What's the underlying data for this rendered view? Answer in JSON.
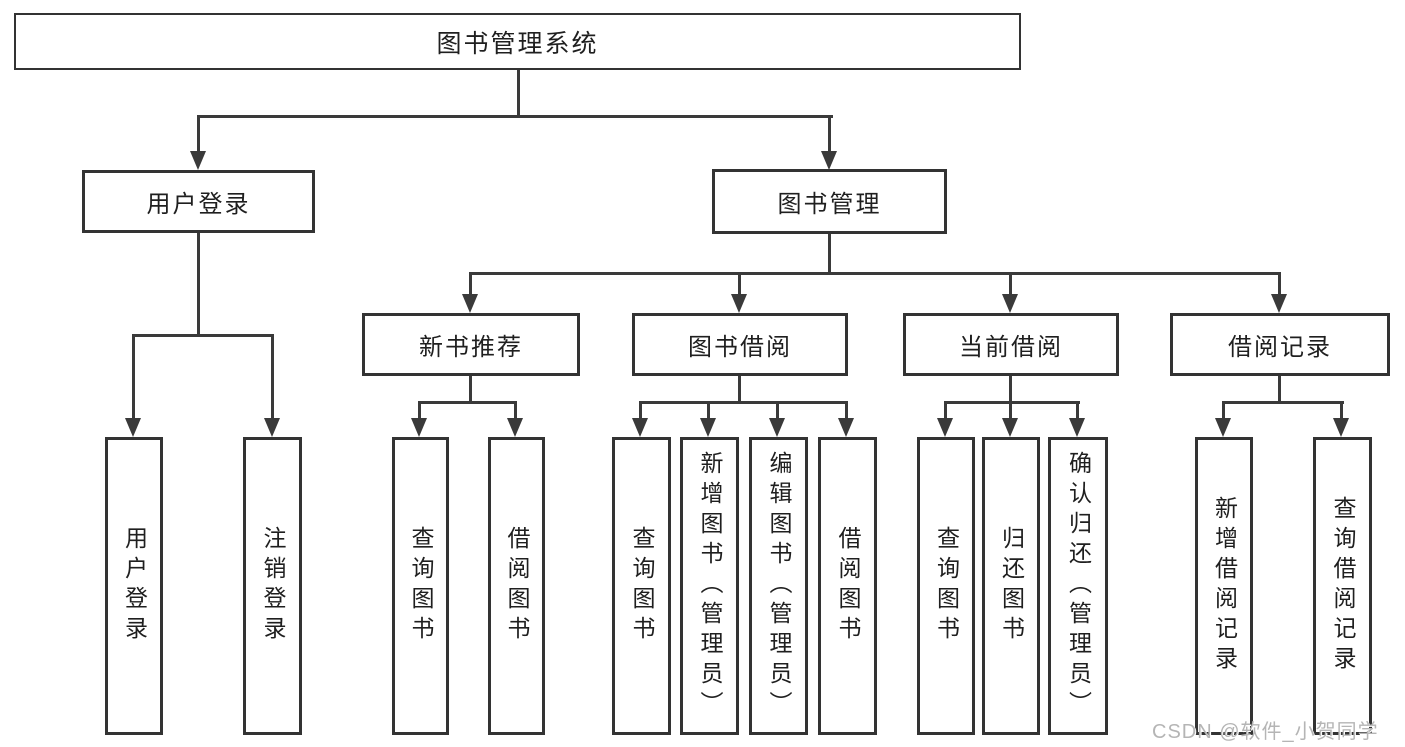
{
  "tree": {
    "label": "图书管理系统",
    "children": [
      {
        "label": "用户登录",
        "children": [
          {
            "label": "用户登录"
          },
          {
            "label": "注销登录"
          }
        ]
      },
      {
        "label": "图书管理",
        "children": [
          {
            "label": "新书推荐",
            "children": [
              {
                "label": "查询图书"
              },
              {
                "label": "借阅图书"
              }
            ]
          },
          {
            "label": "图书借阅",
            "children": [
              {
                "label": "查询图书"
              },
              {
                "label": "新增图书（管理员）"
              },
              {
                "label": "编辑图书（管理员）"
              },
              {
                "label": "借阅图书"
              }
            ]
          },
          {
            "label": "当前借阅",
            "children": [
              {
                "label": "查询图书"
              },
              {
                "label": "归还图书"
              },
              {
                "label": "确认归还（管理员）"
              }
            ]
          },
          {
            "label": "借阅记录",
            "children": [
              {
                "label": "新增借阅记录"
              },
              {
                "label": "查询借阅记录"
              }
            ]
          }
        ]
      }
    ]
  },
  "watermark": {
    "text": "CSDN @软件_小贺同学"
  },
  "colors": {
    "line": "#3a3a3a",
    "box_border": "#333333",
    "text": "#1f1f1f",
    "watermark": "#b5b5b5",
    "background": "#ffffff"
  }
}
